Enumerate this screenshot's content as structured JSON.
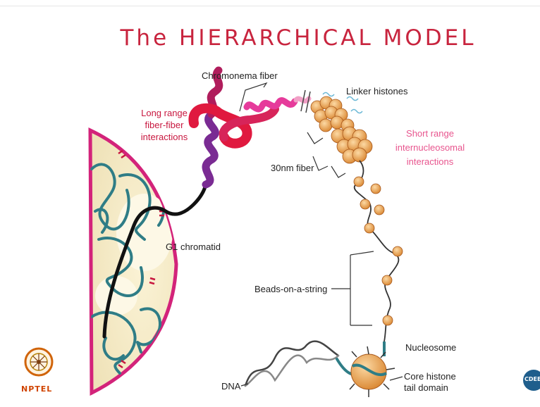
{
  "slide": {
    "title": "The HIERARCHICAL MODEL",
    "labels": {
      "chromonema": "Chromonema fiber",
      "linker": "Linker histones",
      "long_range": [
        "Long range",
        "fiber-fiber",
        "interactions"
      ],
      "short_range": [
        "Short range",
        "internucleosomal",
        "interactions"
      ],
      "fiber30": "30nm fiber",
      "g1": "G1 chromatid",
      "beads": "Beads-on-a-string",
      "nucleosome": "Nucleosome",
      "core": [
        "Core histone",
        "tail domain"
      ],
      "dna": "DNA"
    },
    "logos": {
      "left_text": "NPTEL",
      "right_text": "CDEEP"
    },
    "colors": {
      "title": "#c8243e",
      "label_red": "#c8173f",
      "label_pink": "#e8558e",
      "nucleus_border": "#d3237a",
      "chromatin": "#2f7d86",
      "nucleosome": "#e9a04a"
    }
  }
}
